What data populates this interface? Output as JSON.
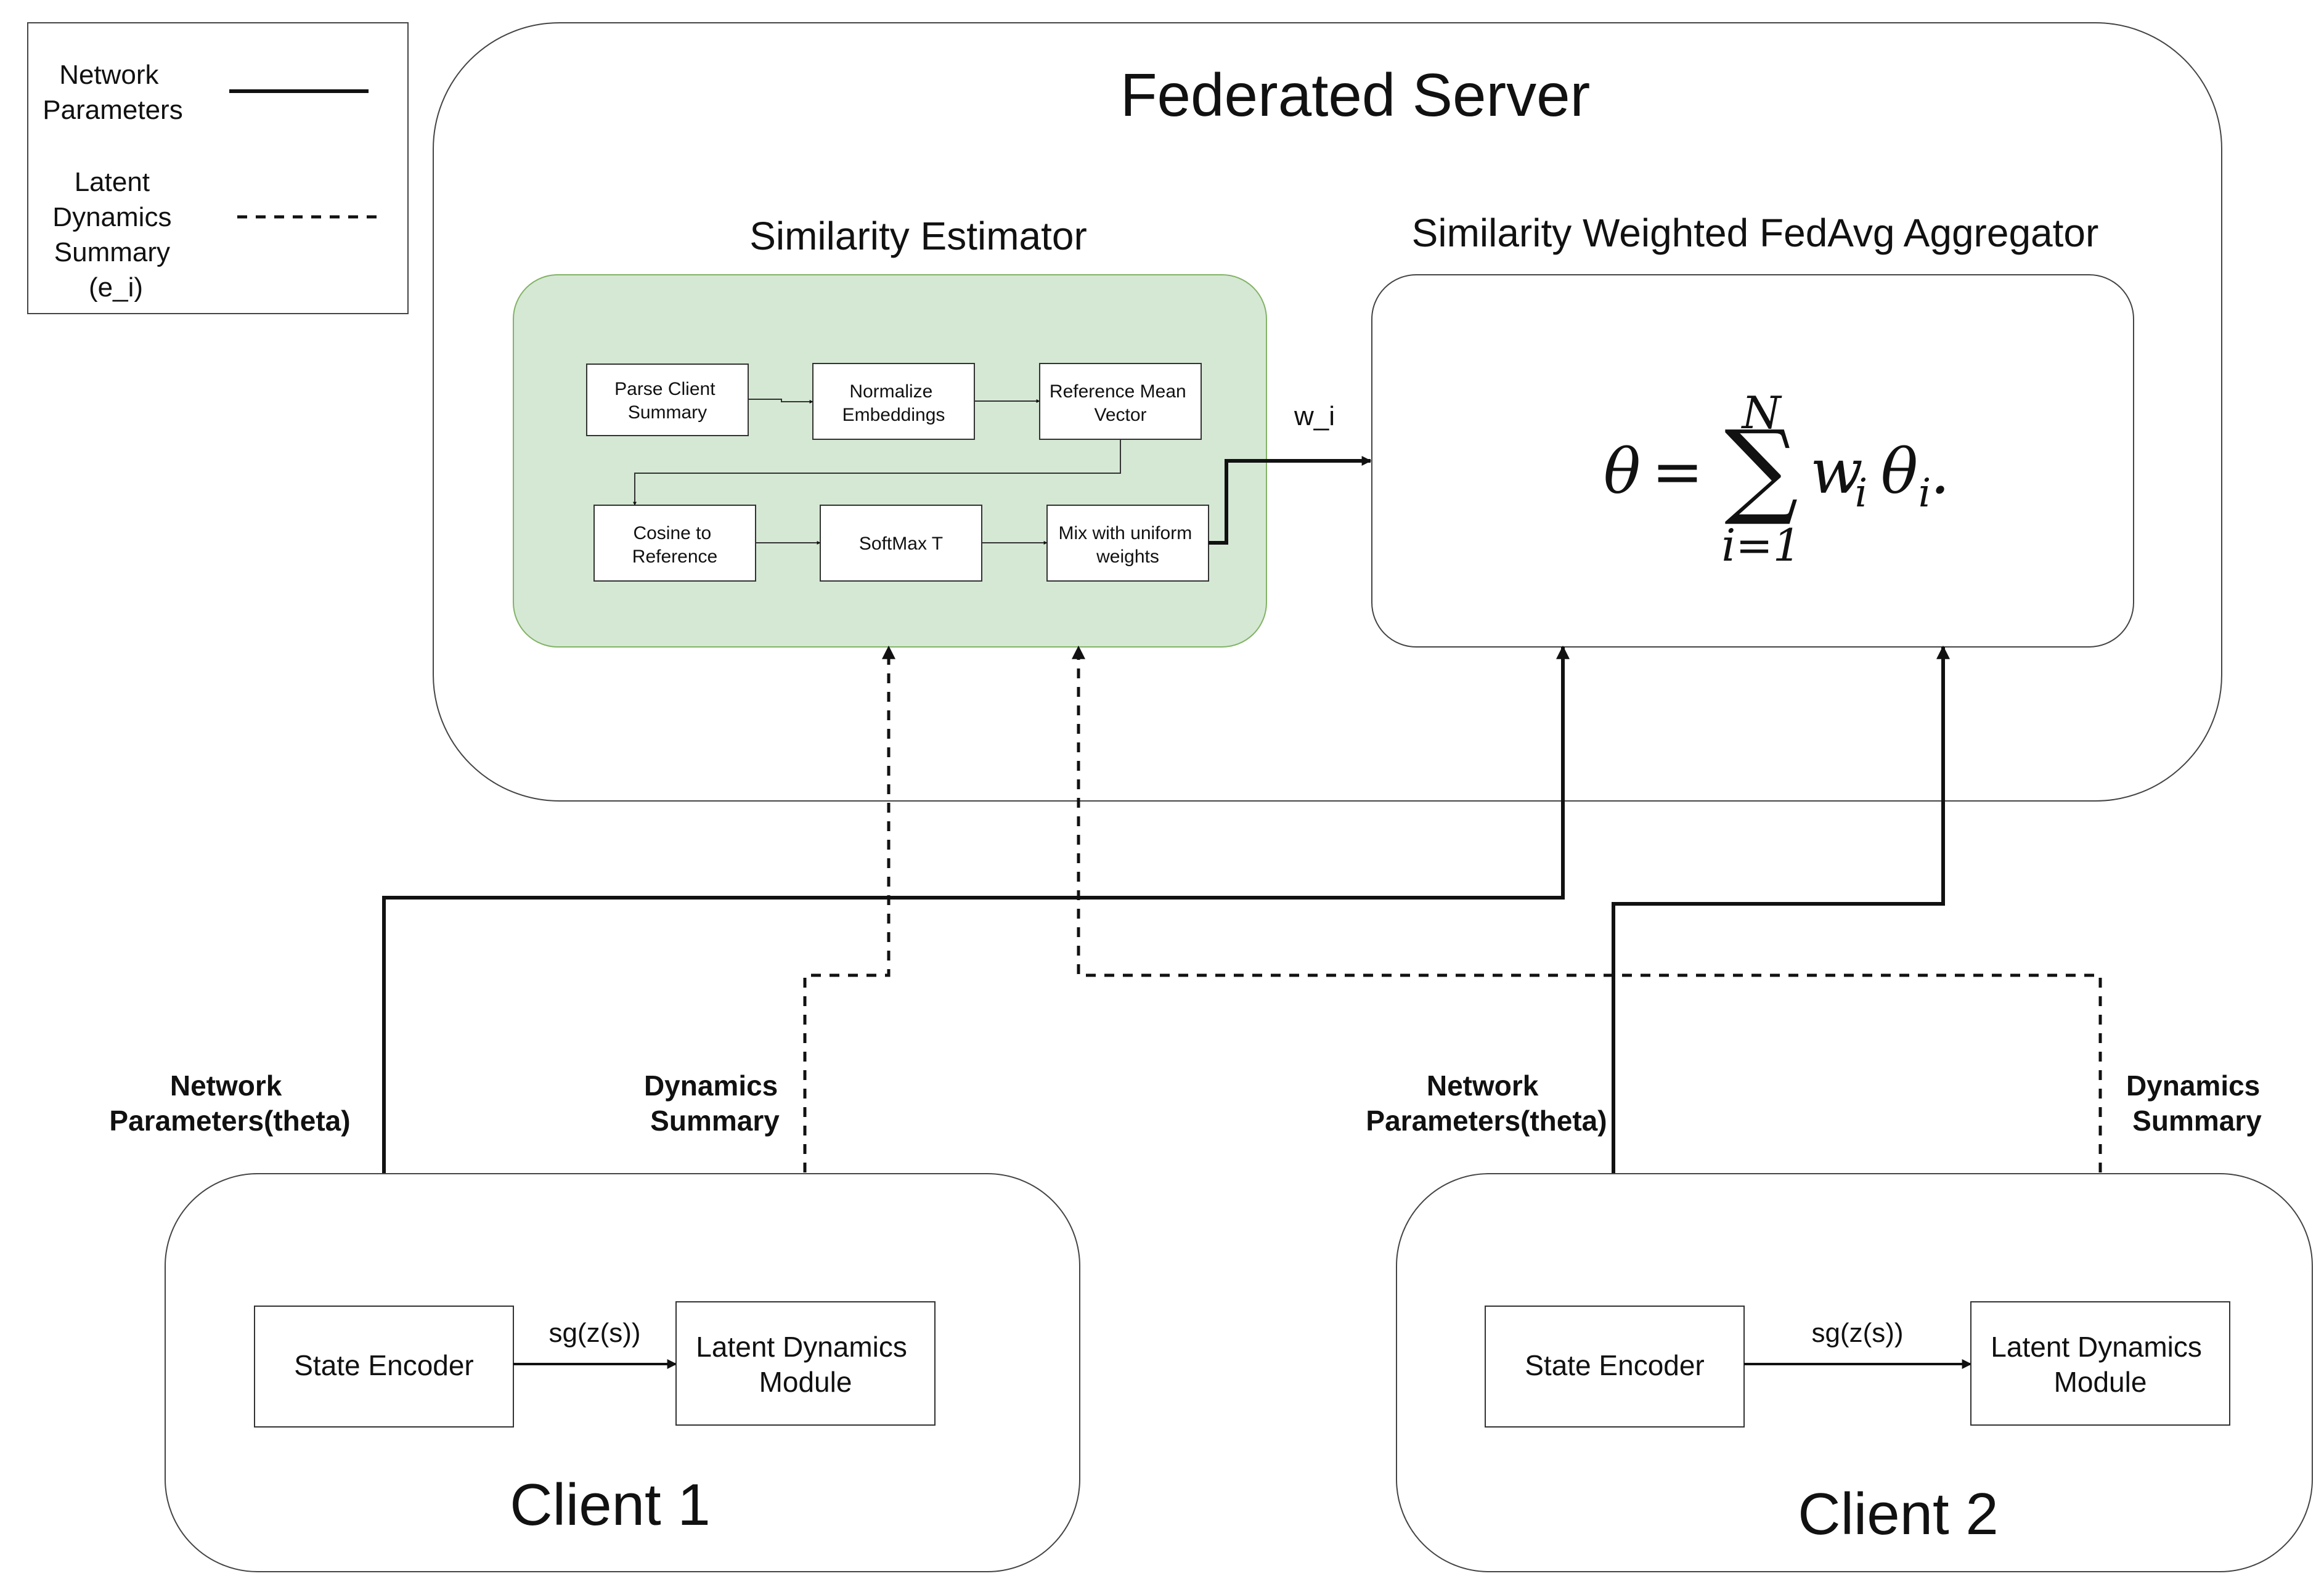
{
  "legend": {
    "network_parameters": [
      "Network",
      "Parameters"
    ],
    "latent_dynamics_summary": [
      "Latent",
      "Dynamics",
      "Summary",
      "(e_i)"
    ]
  },
  "server": {
    "title": "Federated Server",
    "similarity_estimator": {
      "title": "Similarity Estimator",
      "steps": {
        "parse": [
          "Parse Client",
          "Summary"
        ],
        "normalize": [
          "Normalize",
          "Embeddings"
        ],
        "reference_mean": [
          "Reference Mean",
          "Vector"
        ],
        "cosine": [
          "Cosine to",
          "Reference"
        ],
        "softmax": [
          "SoftMax T"
        ],
        "mix": [
          "Mix with uniform",
          "weights"
        ]
      }
    },
    "weight_label": "w_i",
    "aggregator": {
      "title": "Similarity Weighted FedAvg Aggregator",
      "formula": {
        "lhs": "θ",
        "equals": "=",
        "sum": "∑",
        "upper": "N",
        "lower": "i=1",
        "w": "w",
        "w_sub": "i",
        "theta": "θ",
        "theta_sub": "i",
        "end": "."
      }
    }
  },
  "clients": [
    {
      "name": "Client 1",
      "network_label": [
        "Network",
        "Parameters(theta)"
      ],
      "dynamics_label": [
        "Dynamics",
        "Summary"
      ],
      "encoder": [
        "State Encoder"
      ],
      "edge_label": "sg(z(s))",
      "dynamics_module": [
        "Latent Dynamics",
        "Module"
      ]
    },
    {
      "name": "Client 2",
      "network_label": [
        "Network",
        "Parameters(theta)"
      ],
      "dynamics_label": [
        "Dynamics",
        "Summary"
      ],
      "encoder": [
        "State Encoder"
      ],
      "edge_label": "sg(z(s))",
      "dynamics_module": [
        "Latent Dynamics",
        "Module"
      ]
    }
  ],
  "colors": {
    "estimator_fill": "#d5e8d4",
    "estimator_stroke": "#82b366",
    "line": "#111111"
  }
}
